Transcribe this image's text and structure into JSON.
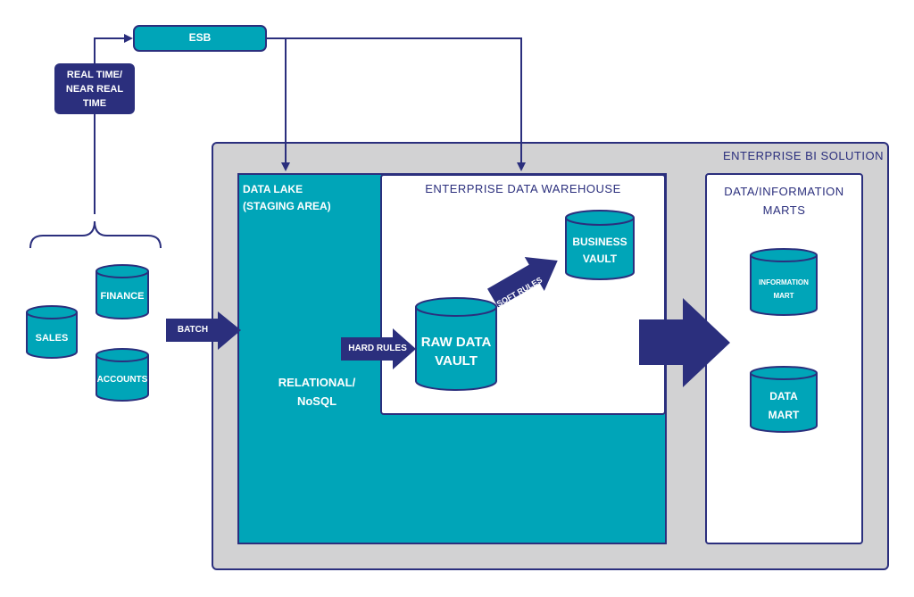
{
  "colors": {
    "teal": "#00a5b8",
    "navy": "#2b2f7d",
    "gray": "#d2d2d3",
    "white": "#ffffff"
  },
  "esb": {
    "label": "ESB"
  },
  "realtime": {
    "line1": "REAL TIME/",
    "line2": "NEAR REAL",
    "line3": "TIME"
  },
  "sources": {
    "sales": "SALES",
    "finance": "FINANCE",
    "accounts": "ACCOUNTS"
  },
  "batch": {
    "label": "BATCH"
  },
  "solution": {
    "title": "ENTERPRISE BI SOLUTION"
  },
  "data_lake": {
    "line1": "DATA LAKE",
    "line2": "(STAGING AREA)",
    "rel1": "RELATIONAL/",
    "rel2": "NoSQL"
  },
  "edw": {
    "title": "ENTERPRISE DATA WAREHOUSE",
    "hard_rules": "HARD RULES",
    "soft_rules": "SOFT RULES",
    "raw_vault_1": "RAW DATA",
    "raw_vault_2": "VAULT",
    "business_vault_1": "BUSINESS",
    "business_vault_2": "VAULT"
  },
  "marts": {
    "title1": "DATA/INFORMATION",
    "title2": "MARTS",
    "info_mart_1": "INFORMATION",
    "info_mart_2": "MART",
    "data_mart_1": "DATA",
    "data_mart_2": "MART"
  }
}
